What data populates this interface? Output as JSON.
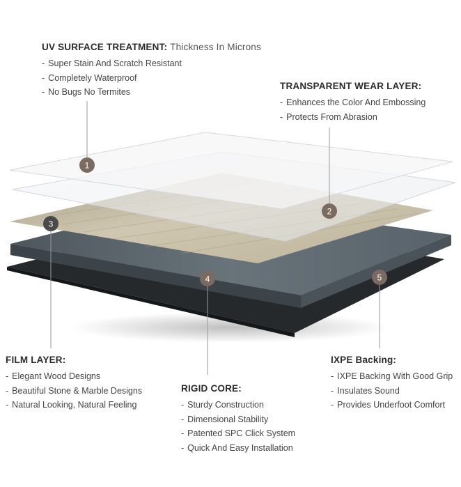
{
  "layers": [
    {
      "number": "1",
      "title": "UV SURFACE TREATMENT:",
      "subtitle": "Thickness In Microns",
      "items": [
        "Super Stain And Scratch Resistant",
        "Completely Waterproof",
        "No Bugs No Termites"
      ]
    },
    {
      "number": "2",
      "title": "TRANSPARENT WEAR LAYER:",
      "items": [
        "Enhances the Color And Embossing",
        "Protects From Abrasion"
      ]
    },
    {
      "number": "3",
      "title": "FILM LAYER:",
      "items": [
        "Elegant Wood Designs",
        "Beautiful Stone & Marble  Designs",
        "Natural Looking, Natural Feeling"
      ]
    },
    {
      "number": "4",
      "title": "RIGID CORE:",
      "items": [
        "Sturdy Construction",
        "Dimensional Stability",
        "Patented SPC Click System",
        "Quick And Easy Installation"
      ]
    },
    {
      "number": "5",
      "title": "IXPE Backing:",
      "items": [
        "IXPE Backing With Good Grip",
        "Insulates Sound",
        "Provides Underfoot Comfort"
      ]
    }
  ],
  "colors": {
    "badge_dark": "#4a4a4a",
    "badge_brown": "#7a6a60",
    "backing": "#2a2e31",
    "core": "#5d676d",
    "wood": "#c2b9a1"
  }
}
